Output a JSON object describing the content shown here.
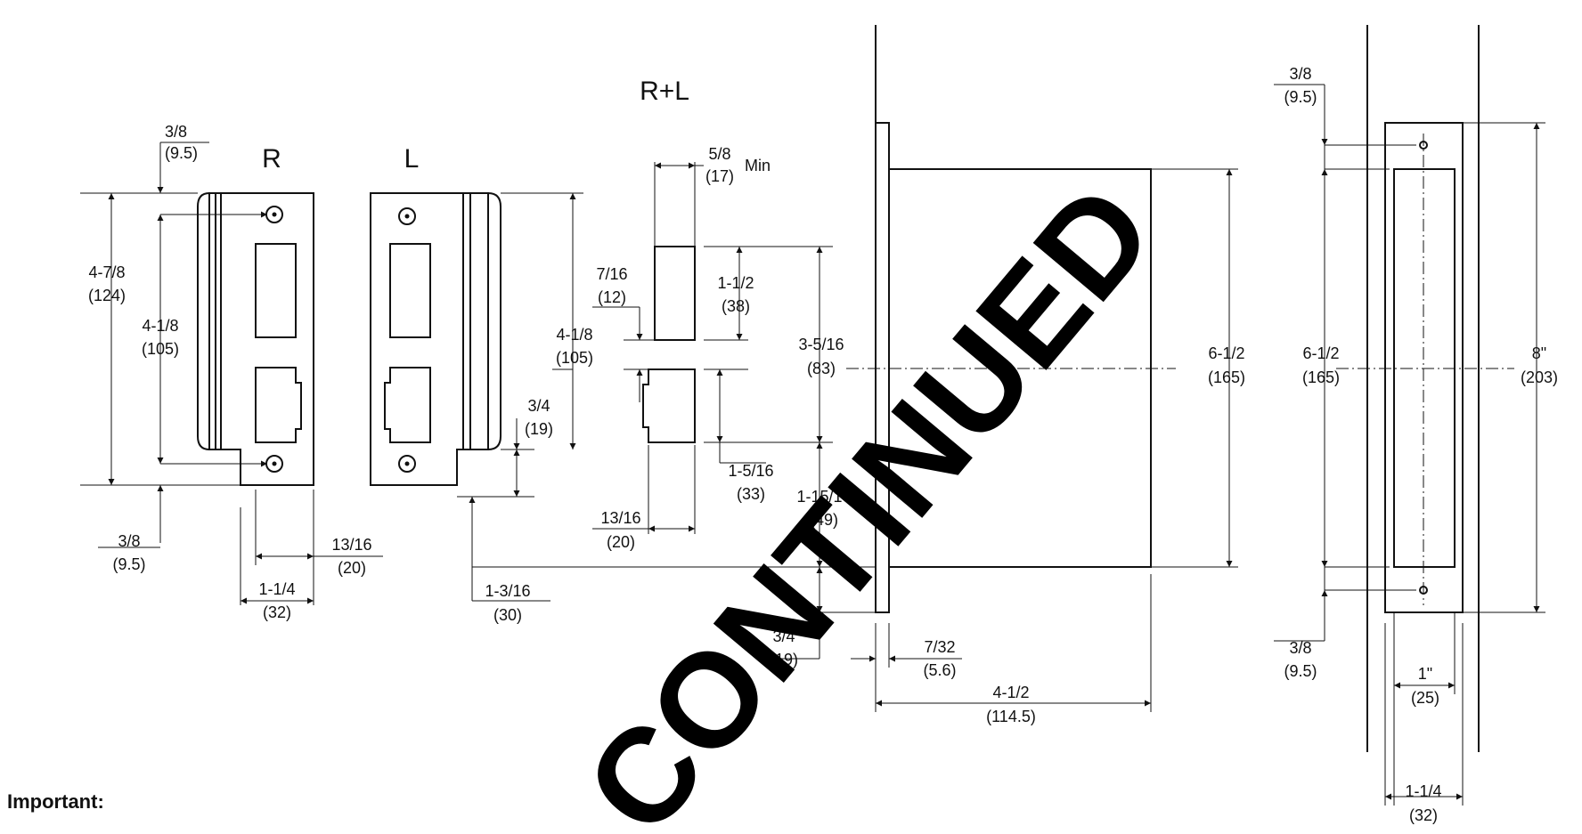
{
  "view_labels": {
    "right": "R",
    "left": "L",
    "both": "R+L"
  },
  "watermark": "CONTINUED",
  "important_label": "Important:",
  "colors": {
    "line": "#111111",
    "watermark": "#000000",
    "background": "#ffffff"
  },
  "dims": {
    "r_top_offset": [
      "3/8",
      "(9.5)"
    ],
    "r_height": [
      "4-7/8",
      "(124)"
    ],
    "r_hole_spacing": [
      "4-1/8",
      "(105)"
    ],
    "r_bottom_offset": [
      "3/8",
      "(9.5)"
    ],
    "r_width_20": [
      "13/16",
      "(20)"
    ],
    "r_width_32": [
      "1-1/4",
      "(32)"
    ],
    "l_hole_spacing": [
      "4-1/8",
      "(105)"
    ],
    "l_lip": [
      "3/4",
      "(19)"
    ],
    "l_offset": [
      "1-3/16",
      "(30)"
    ],
    "rl_width": [
      "5/8",
      "(17)"
    ],
    "rl_min": "Min",
    "rl_gap": [
      "7/16",
      "(12)"
    ],
    "rl_latch_h": [
      "1-1/2",
      "(38)"
    ],
    "rl_lower_h": [
      "1-5/16",
      "(33)"
    ],
    "rl_lower_w": [
      "13/16",
      "(20)"
    ],
    "rl_total": [
      "3-5/16",
      "(83)"
    ],
    "rl_to_bottom": [
      "1-15/16",
      "(49)"
    ],
    "rl_bottom": [
      "3/4",
      "(19)"
    ],
    "body_plate": [
      "7/32",
      "(5.6)"
    ],
    "body_height": [
      "6-1/2",
      "(165)"
    ],
    "body_depth": [
      "4-1/2",
      "(114.5)"
    ],
    "face_top": [
      "3/8",
      "(9.5)"
    ],
    "face_spacing": [
      "6-1/2",
      "(165)"
    ],
    "face_height": [
      "8\"",
      "(203)"
    ],
    "face_bottom": [
      "3/8",
      "(9.5)"
    ],
    "face_inner_w": [
      "1\"",
      "(25)"
    ],
    "face_outer_w": [
      "1-1/4",
      "(32)"
    ]
  }
}
